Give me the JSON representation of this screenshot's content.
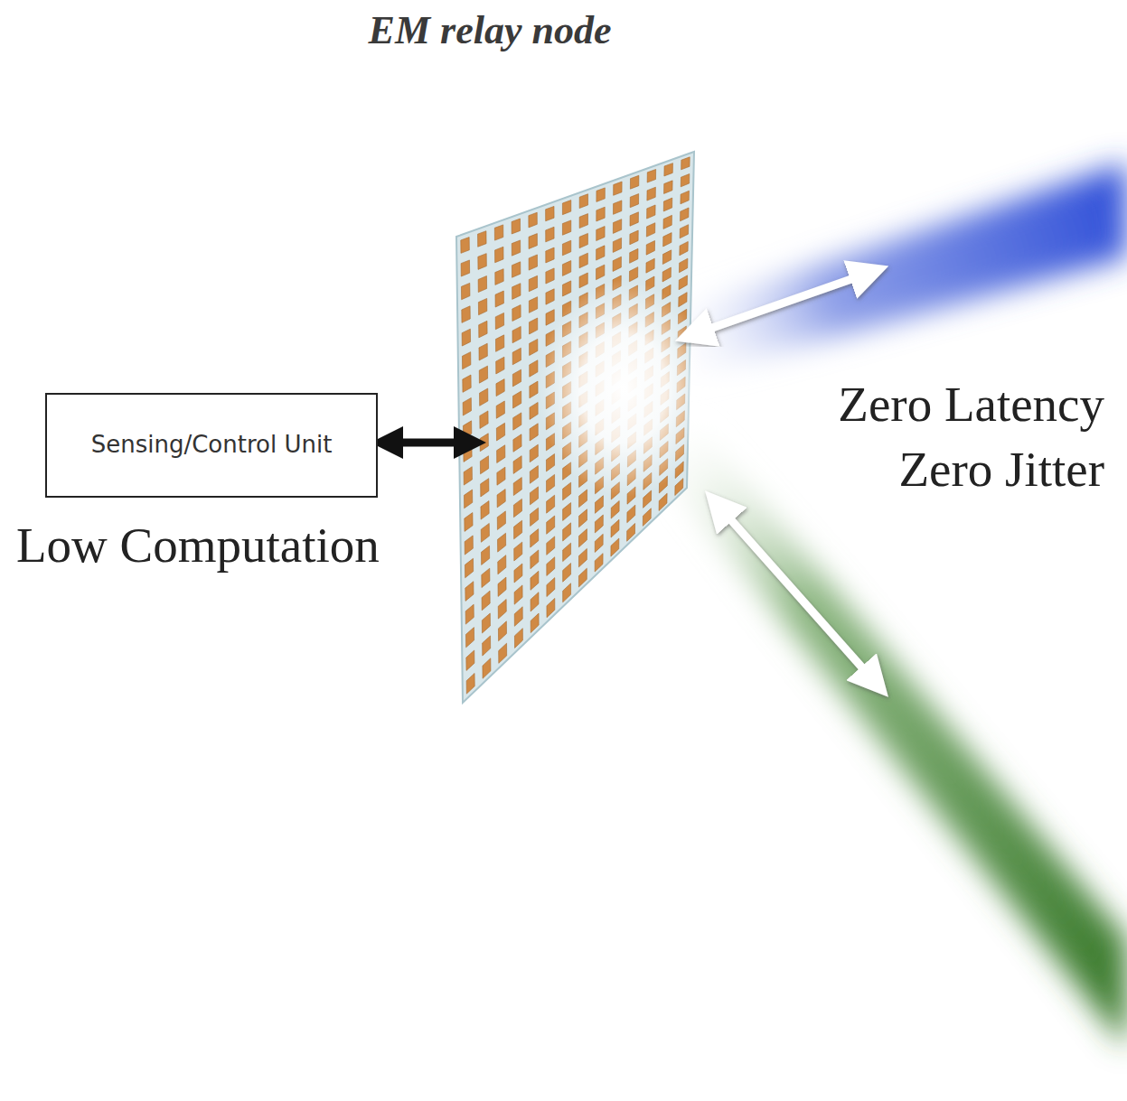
{
  "diagram": {
    "title": "EM relay node",
    "nodes": [
      {
        "text": [
          "Sensing/Control Unit"
        ]
      }
    ],
    "labels": [
      "Low Computation",
      "Zero Latency Zero Jitter"
    ]
  }
}
